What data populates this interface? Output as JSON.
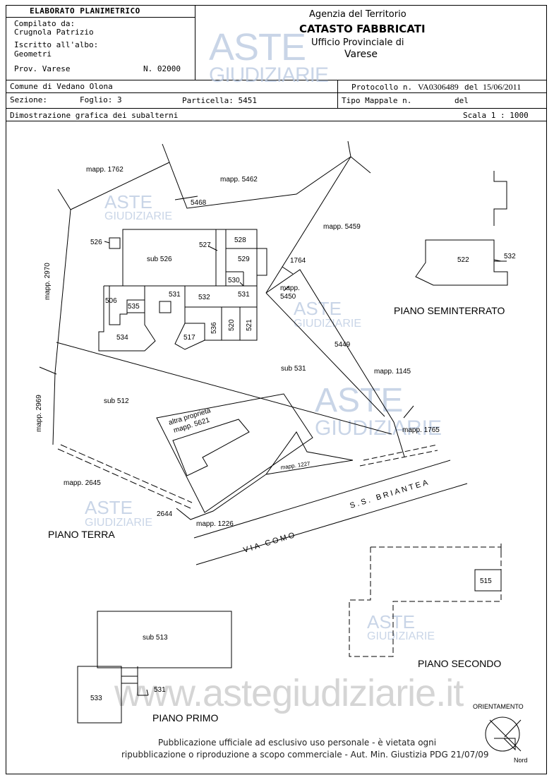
{
  "header": {
    "title": "ELABORATO PLANIMETRICO",
    "compiled_by_label": "Compilato da:",
    "compiled_by": "Crugnola Patrizio",
    "registered_label": "Iscritto all'albo:",
    "registered": "Geometri",
    "province": "Prov. Varese",
    "number": "N. 02000",
    "agency": "Agenzia del Territorio",
    "cadastre": "CATASTO FABBRICATI",
    "office": "Ufficio Provinciale di",
    "office_city": "Varese",
    "comune": "Comune di Vedano Olona",
    "sezione": "Sezione:",
    "foglio": "Foglio: 3",
    "particella": "Particella: 5451",
    "protocollo_label": "Protocollo n.",
    "protocollo": "VA0306489",
    "del_label": "del",
    "protocollo_date": "15/06/2011",
    "tipo_mappale": "Tipo Mappale n.",
    "del2": "del",
    "dimostrazione": "Dimostrazione grafica dei subalterni",
    "scala": "Scala 1 : 1000"
  },
  "plan": {
    "semi": {
      "mapp1762": "mapp. 1762",
      "mapp5462": "mapp. 5462",
      "m5468": "5468",
      "mapp5459": "mapp. 5459",
      "mapp2970": "mapp. 2970",
      "s526": "526",
      "sub526": "sub 526",
      "s527": "527",
      "s528": "528",
      "s529": "529",
      "s530": "530",
      "s531a": "531",
      "s531b": "531",
      "s532": "532",
      "s506": "506",
      "s535": "535",
      "s534": "534",
      "s517": "517",
      "s536": "536",
      "s520": "520",
      "s521": "521",
      "m1764": "1764",
      "mapp5450a": "mapp.",
      "mapp5450b": "5450",
      "m5449": "5449",
      "sub531": "sub 531",
      "mapp1145": "mapp. 1145",
      "s522": "522",
      "s532r": "532",
      "piano_seminterrato": "PIANO SEMINTERRATO"
    },
    "terra": {
      "sub512": "sub 512",
      "mapp2969": "mapp. 2969",
      "altra": "altra proprietà",
      "mapp5621": "mapp. 5621",
      "mapp1765": "mapp. 1765",
      "mapp1227": "mapp. 1227",
      "mapp2645": "mapp. 2645",
      "m2644": "2644",
      "mapp1226": "mapp. 1226",
      "ss_briantea": "S.S. BRIANTEA",
      "via_como": "VIA COMO",
      "piano_terra": "PIANO TERRA"
    },
    "secondo": {
      "s515": "515",
      "piano_secondo": "PIANO SECONDO"
    },
    "primo": {
      "sub513": "sub 513",
      "s533": "533",
      "s531": "531",
      "piano_primo": "PIANO PRIMO"
    },
    "orientamento": "ORIENTAMENTO",
    "nord": "Nord"
  },
  "watermark": {
    "aste": "ASTE",
    "giudiziarie": "GIUDIZIARIE",
    "site": "www.astegiudiziarie.it"
  },
  "footer": {
    "line1": "Pubblicazione ufficiale ad esclusivo uso personale - è vietata ogni",
    "line2": "ripubblicazione o riproduzione a scopo commerciale - Aut. Min. Giustizia PDG 21/07/09"
  }
}
